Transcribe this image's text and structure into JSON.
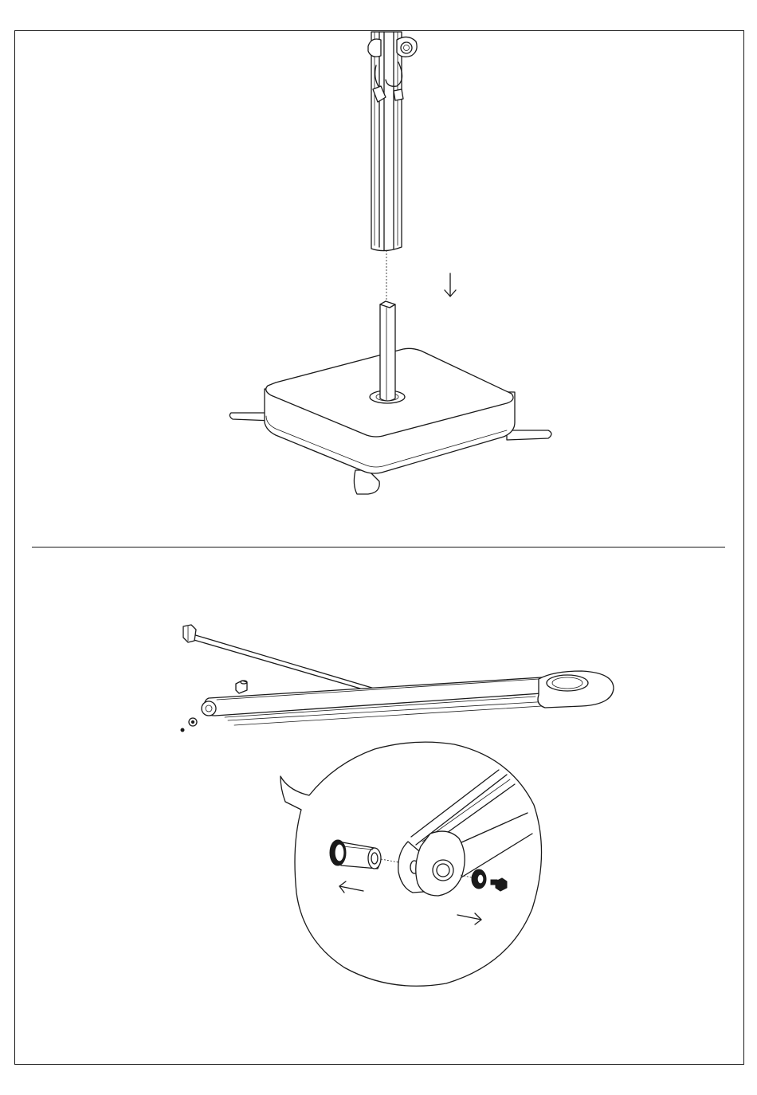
{
  "document": {
    "type": "assembly-instructions",
    "steps": [
      {
        "id": "attach-pole-to-base",
        "direction_icon": "arrow-down-icon"
      },
      {
        "id": "arm-bushing-detail",
        "direction_icons": [
          "arrow-left-icon",
          "arrow-right-icon"
        ]
      }
    ]
  },
  "colors": {
    "line": "#1a1a1a",
    "paper": "#ffffff"
  }
}
